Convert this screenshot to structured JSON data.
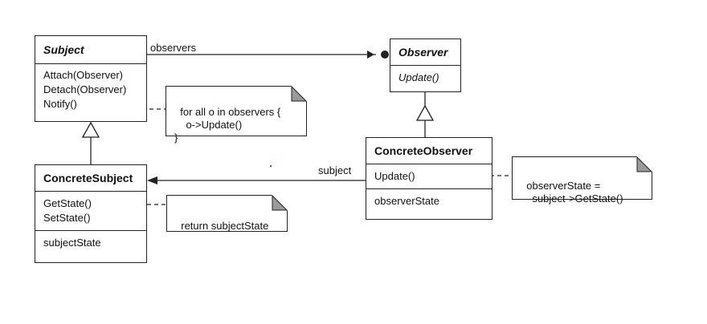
{
  "classes": {
    "subject": {
      "name": "Subject",
      "operations": [
        "Attach(Observer)",
        "Detach(Observer)",
        "Notify()"
      ]
    },
    "observer": {
      "name": "Observer",
      "operations": [
        "Update()"
      ]
    },
    "concrete_subject": {
      "name": "ConcreteSubject",
      "operations": [
        "GetState()",
        "SetState()"
      ],
      "attributes": [
        "subjectState"
      ]
    },
    "concrete_observer": {
      "name": "ConcreteObserver",
      "operations": [
        "Update()"
      ],
      "attributes": [
        "observerState"
      ]
    }
  },
  "associations": {
    "observers_label": "observers",
    "subject_label": "subject"
  },
  "notes": {
    "notify_note": "for all o in observers {\n    o->Update()\n}",
    "getstate_note": "return subjectState",
    "update_note": "observerState =\n    subject->GetState()"
  },
  "colors": {
    "line": "#222222",
    "stray_dot": "#c0392b"
  }
}
